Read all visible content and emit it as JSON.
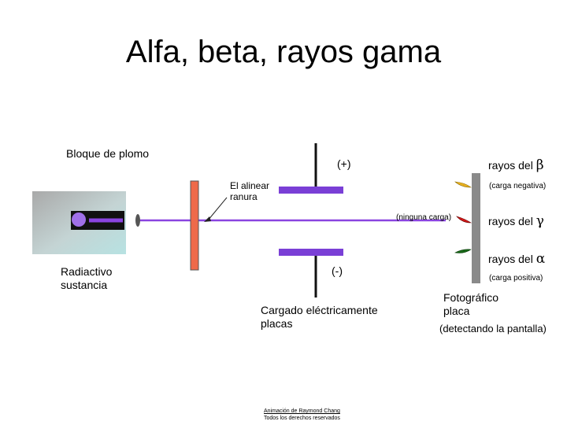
{
  "title": "Alfa, beta, rayos gama",
  "labels": {
    "lead_block": "Bloque de plomo",
    "radioactive": "Radiactivo\nsustancia",
    "slit": "El alinear\nranura",
    "plus": "(+)",
    "minus": "(-)",
    "plates": "Cargado eléctricamente\nplacas",
    "beta_prefix": "rayos del",
    "beta_symbol": "β",
    "beta_charge": "(carga negativa)",
    "gamma_prefix": "rayos del",
    "gamma_symbol": "γ",
    "gamma_charge": "(ninguna carga)",
    "alpha_prefix": "rayos del",
    "alpha_symbol": "α",
    "alpha_charge": "(carga positiva)",
    "photo_plate": "Fotográfico\nplaca",
    "detect": "(detectando la pantalla)"
  },
  "credit": {
    "line1": "Animación de Raymond Chang",
    "line2": "Todos los derechos reservados"
  },
  "colors": {
    "beam": "#8a44e0",
    "plates": "#7a3fd6",
    "slit_plate": "#ee6a4a",
    "screen": "#8a8a8a",
    "beta_spot": "#e8b020",
    "gamma_spot": "#d81818",
    "alpha_spot": "#1a6a1a"
  }
}
